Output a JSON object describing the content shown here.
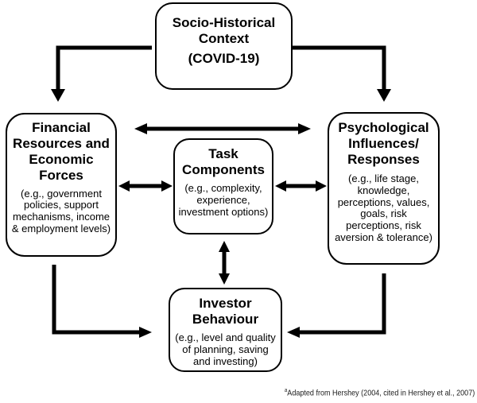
{
  "boxes": {
    "socio": {
      "title": "Socio-Historical\nContext",
      "subtitle": "(COVID-19)"
    },
    "financial": {
      "title": "Financial\nResources and\nEconomic\nForces",
      "detail": "(e.g., government policies, support mechanisms, income & employment levels)"
    },
    "task": {
      "title": "Task\nComponents",
      "detail": "(e.g., complexity, experience, investment options)"
    },
    "psychological": {
      "title": "Psychological\nInfluences/\nResponses",
      "detail": "(e.g., life stage, knowledge, perceptions, values, goals, risk perceptions, risk aversion & tolerance)"
    },
    "investor": {
      "title": "Investor\nBehaviour",
      "detail": "(e.g., level and quality of planning, saving and investing)"
    }
  },
  "connections": [
    {
      "from": "socio-historical-context",
      "to": "financial-resources",
      "type": "one-way"
    },
    {
      "from": "socio-historical-context",
      "to": "psychological-influences",
      "type": "one-way"
    },
    {
      "from": "financial-resources",
      "to": "psychological-influences",
      "type": "two-way"
    },
    {
      "from": "financial-resources",
      "to": "task-components",
      "type": "two-way"
    },
    {
      "from": "task-components",
      "to": "psychological-influences",
      "type": "two-way"
    },
    {
      "from": "task-components",
      "to": "investor-behaviour",
      "type": "two-way"
    },
    {
      "from": "financial-resources",
      "to": "investor-behaviour",
      "type": "one-way"
    },
    {
      "from": "psychological-influences",
      "to": "investor-behaviour",
      "type": "one-way"
    }
  ],
  "footnote": {
    "marker": "a",
    "text": "Adapted from Hershey (2004, cited in Hershey et al., 2007)"
  },
  "colors": {
    "background": "#ffffff",
    "line": "#000000",
    "text": "#000000"
  }
}
